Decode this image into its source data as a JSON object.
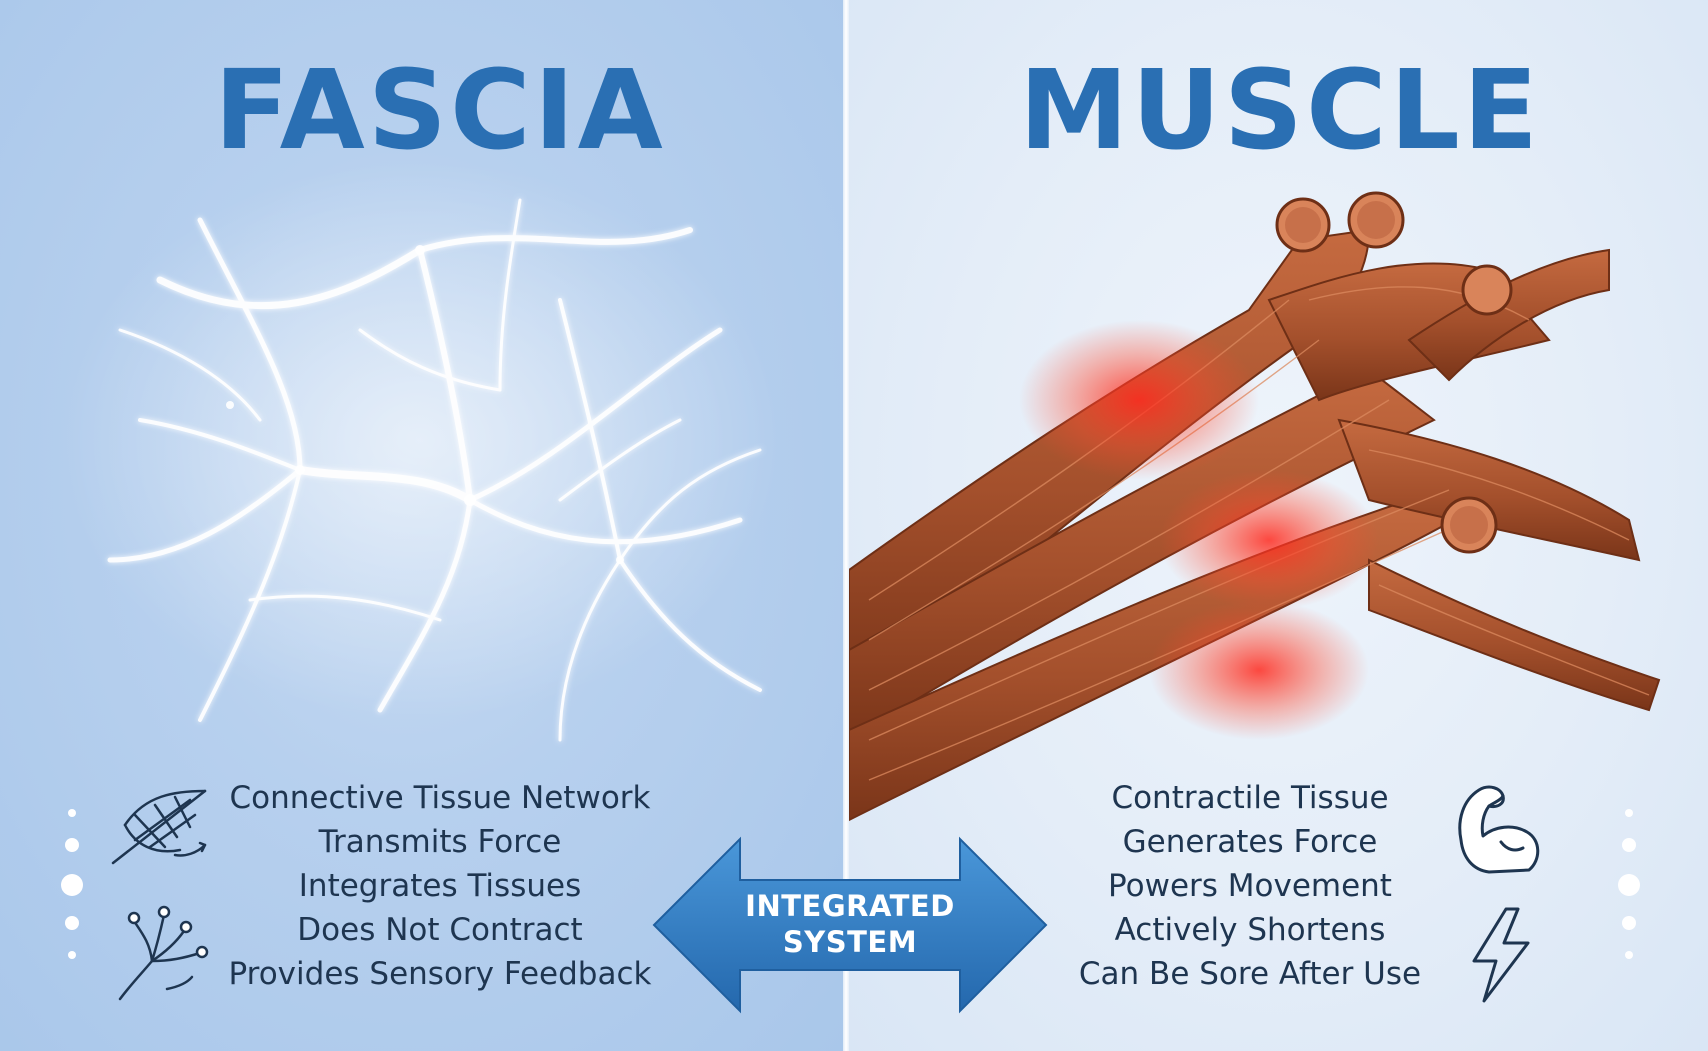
{
  "fascia": {
    "title": "FASCIA",
    "features": [
      "Connective Tissue Network",
      "Transmits Force",
      "Integrates Tissues",
      "Does Not Contract",
      "Provides Sensory Feedback"
    ],
    "icons": [
      "web-network-icon",
      "nerve-ending-icon"
    ]
  },
  "muscle": {
    "title": "MUSCLE",
    "features": [
      "Contractile Tissue",
      "Generates Force",
      "Powers Movement",
      "Actively Shortens",
      "Can Be Sore After Use"
    ],
    "icons": [
      "flexed-arm-icon",
      "lightning-bolt-icon"
    ]
  },
  "center": {
    "label_line1": "INTEGRATED",
    "label_line2": "SYSTEM"
  },
  "colors": {
    "title_blue": "#2a6fb3",
    "arrow_blue": "#2f7cc4",
    "text_dark": "#1e3550",
    "muscle_brown": "#a8532e",
    "strain_red": "#ff3b2f",
    "fascia_fiber": "#ffffff"
  }
}
